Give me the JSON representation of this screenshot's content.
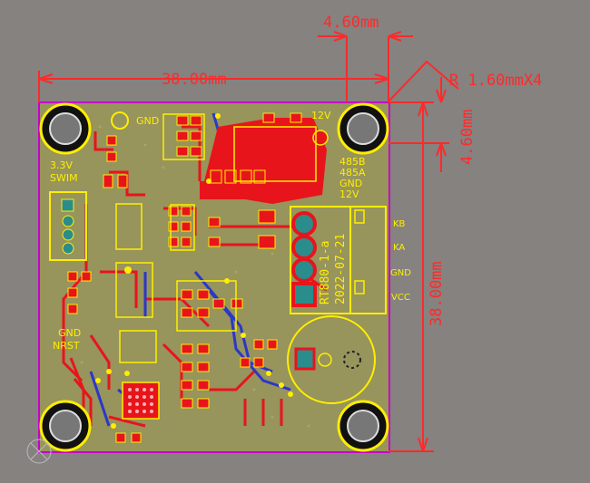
{
  "dimensions": {
    "width_label": "38.00mm",
    "height_label": "38.00mm",
    "offset_x_label": "4.60mm",
    "offset_y_label": "4.60mm",
    "radius_label": "R 1.60mmX4"
  },
  "silkscreen": {
    "gnd_top": "GND",
    "v12_top": "12V",
    "v33": "3.3V",
    "swim": "SWIM",
    "gnd_left": "GND",
    "nrst": "NRST",
    "bus_485b": "485B",
    "bus_485a": "485A",
    "bus_gnd": "GND",
    "bus_12v": "12V",
    "conn_kb": "KB",
    "conn_ka": "KA",
    "conn_gnd": "GND",
    "conn_vcc": "VCC",
    "board_name": "RT880-1-a",
    "board_date": "2022-07-21"
  },
  "colors": {
    "background": "#858280",
    "board": "#97945c",
    "top_copper": "#e8141c",
    "bottom_copper": "#2b37c8",
    "silkscreen": "#ffee00",
    "dimension": "#ff2a2a",
    "outline": "#c800c8"
  }
}
